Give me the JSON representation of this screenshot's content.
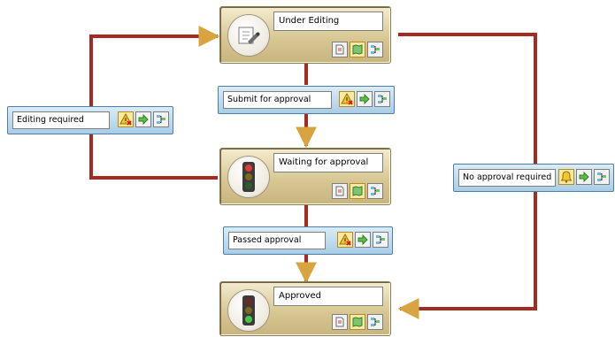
{
  "states": [
    {
      "label": "Under Editing",
      "icon": "edit-tool-icon"
    },
    {
      "label": "Waiting for approval",
      "icon": "traffic-light-red-icon"
    },
    {
      "label": "Approved",
      "icon": "traffic-light-green-icon"
    }
  ],
  "transitions": [
    {
      "label": "Submit for approval"
    },
    {
      "label": "Editing required"
    },
    {
      "label": "Passed approval"
    },
    {
      "label": "No approval required"
    }
  ],
  "colors": {
    "connector": "#a52a1f",
    "arrow": "#d8a440",
    "state_fill": "#d8c894",
    "transition_fill": "#b5d6ec"
  }
}
